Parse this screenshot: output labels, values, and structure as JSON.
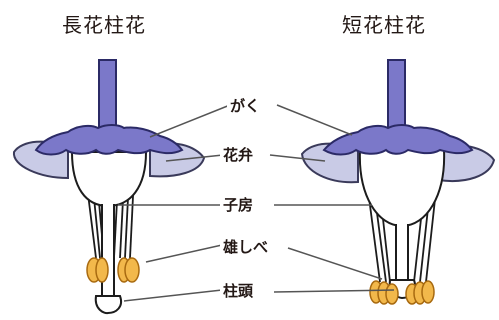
{
  "titles": {
    "long": "長花柱花",
    "short": "短花柱花"
  },
  "labels": {
    "calyx": "がく",
    "petal": "花弁",
    "ovary": "子房",
    "stamen": "雄しべ",
    "stigma": "柱頭"
  },
  "colors": {
    "calyx": "#7b78c9",
    "calyx_stroke": "#2b2a66",
    "petal": "#c9cbe6",
    "petal_stroke": "#3a3a5a",
    "ovary": "#ffffff",
    "anther": "#f2b84b",
    "anther_stroke": "#a86a10",
    "outline": "#1c1c1c",
    "leader": "#555555"
  }
}
